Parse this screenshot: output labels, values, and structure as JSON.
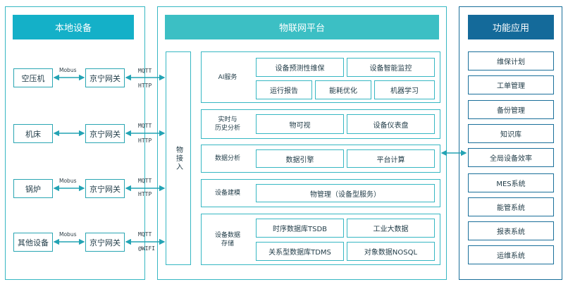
{
  "local": {
    "title": "本地设备",
    "rows": [
      {
        "device": "空压机",
        "top_label": "Mobus",
        "gateway": "京宁网关",
        "proto1": "MQTT",
        "proto2": "HTTP"
      },
      {
        "device": "机床",
        "top_label": "",
        "gateway": "京宁网关",
        "proto1": "MQTT",
        "proto2": "HTTP"
      },
      {
        "device": "锅炉",
        "top_label": "Mobus",
        "gateway": "京宁网关",
        "proto1": "MQTT",
        "proto2": "HTTP"
      },
      {
        "device": "其他设备",
        "top_label": "Mobus",
        "gateway": "京宁网关",
        "proto1": "MQTT",
        "proto2": "@WIFI"
      }
    ]
  },
  "platform": {
    "title": "物联网平台",
    "access": "物接入",
    "sections": [
      {
        "label": "AI服务",
        "items": [
          "设备预测性维保",
          "设备智能监控",
          "运行报告",
          "能耗优化",
          "机器学习"
        ]
      },
      {
        "label": "实时与\n历史分析",
        "items": [
          "物可视",
          "设备仪表盘"
        ]
      },
      {
        "label": "数据分析",
        "items": [
          "数据引擎",
          "平台计算"
        ]
      },
      {
        "label": "设备建模",
        "items": [
          "物管理（设备型服务）"
        ]
      },
      {
        "label": "设备数据\n存储",
        "items": [
          "时序数据库TSDB",
          "工业大数据",
          "关系型数据库TDMS",
          "对象数据NOSQL"
        ]
      }
    ]
  },
  "functions": {
    "title": "功能应用",
    "items": [
      "维保计划",
      "工单管理",
      "备份管理",
      "知识库",
      "全局设备效率",
      "MES系统",
      "能管系统",
      "报表系统",
      "运维系统"
    ]
  },
  "colors": {
    "teal": "#37b7c3",
    "teal_header": "#1cb0c4",
    "navy": "#1a6f9a",
    "arrow": "#23a3b4"
  }
}
